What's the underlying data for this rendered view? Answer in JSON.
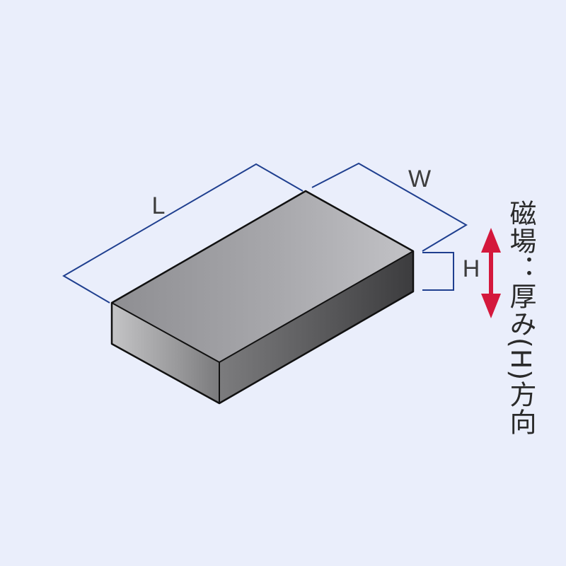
{
  "labels": {
    "length": "L",
    "width": "W",
    "height": "H"
  },
  "magnetization": {
    "text": "磁場：厚み(H)方向"
  },
  "colors": {
    "background": "#eaeefb",
    "dimension_line": "#1f3f8f",
    "arrow": "#d4183c",
    "block_outline": "#111111"
  }
}
